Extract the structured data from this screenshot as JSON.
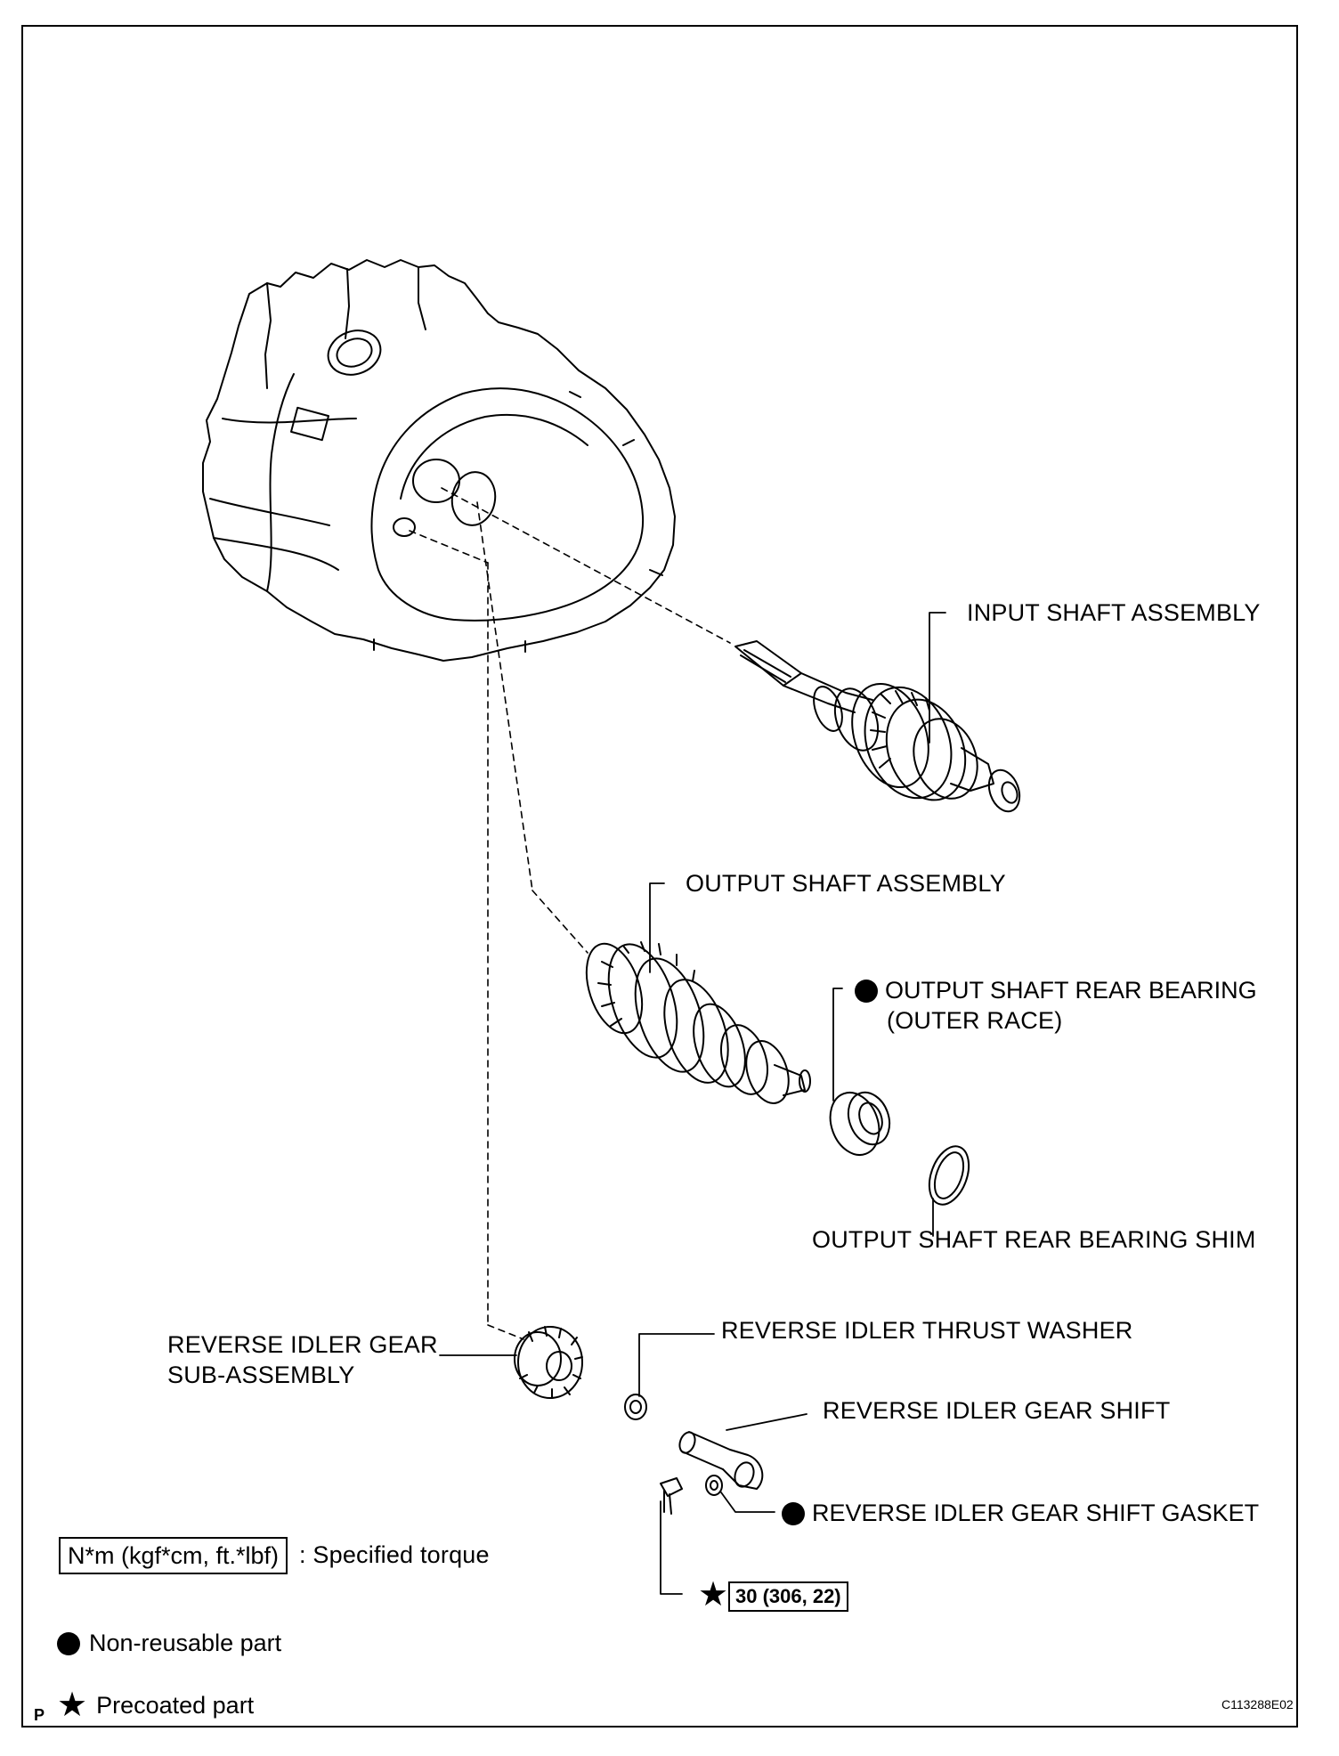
{
  "labels": {
    "input_shaft": "INPUT SHAFT ASSEMBLY",
    "output_shaft": "OUTPUT SHAFT ASSEMBLY",
    "rear_bearing_line1": "OUTPUT SHAFT REAR BEARING",
    "rear_bearing_line2": "(OUTER RACE)",
    "rear_bearing_shim": "OUTPUT SHAFT REAR BEARING SHIM",
    "idler_gear_line1": "REVERSE IDLER GEAR",
    "idler_gear_line2": "SUB-ASSEMBLY",
    "thrust_washer": "REVERSE IDLER THRUST WASHER",
    "gear_shift": "REVERSE IDLER GEAR SHIFT",
    "shift_gasket": "REVERSE IDLER GEAR SHIFT GASKET",
    "torque_value": "30 (306, 22)"
  },
  "legend": {
    "torque_units": "N*m (kgf*cm, ft.*lbf)",
    "torque_text": ": Specified torque",
    "non_reusable": "Non-reusable part",
    "precoated": "Precoated part"
  },
  "footer": {
    "left_code": "P",
    "figure_id": "C113288E02"
  },
  "icons": {
    "non_reusable": "filled-circle-icon",
    "precoated": "star-icon"
  }
}
